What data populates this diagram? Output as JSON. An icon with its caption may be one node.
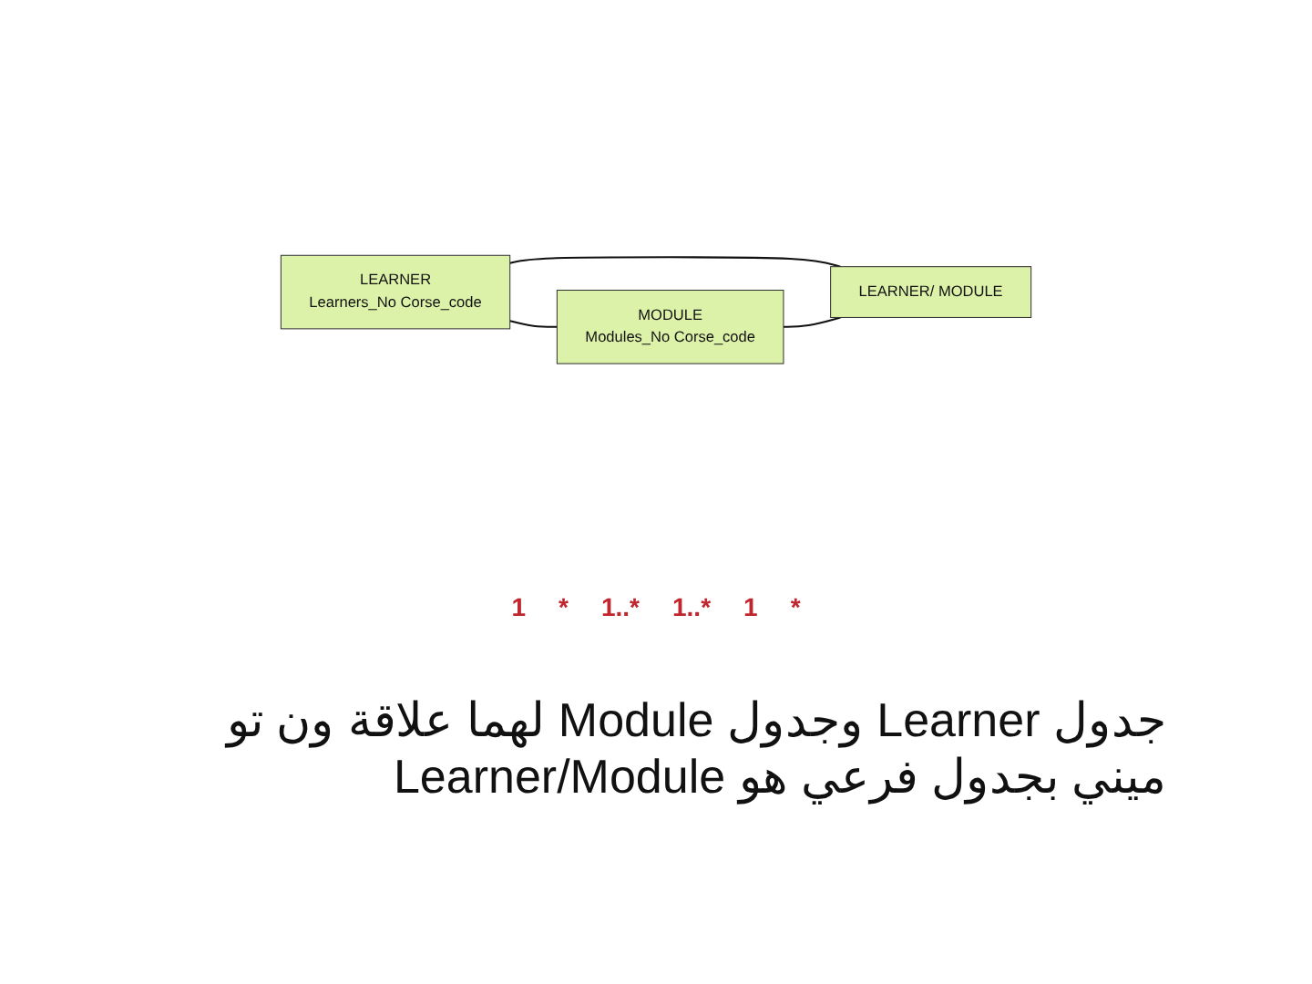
{
  "diagram": {
    "caption": "جدول Learner وجدول Module لهما علاقة ون تو ميني بجدول فرعي هو Learner/Module",
    "nodes": [
      {
        "text": [
          "LEARNER",
          "Learners_No Corse_code"
        ]
      },
      {
        "text": [
          "LEARNER/ MODULE"
        ]
      },
      {
        "text": [
          "MODULE",
          "Modules_No Corse_code"
        ]
      }
    ],
    "edges": [
      {
        "from": 0,
        "to": 1,
        "arrow": "none"
      },
      {
        "from": 0,
        "to": 2,
        "arrow": "none"
      },
      {
        "from": 2,
        "to": 1,
        "arrow": "none"
      }
    ],
    "labels": [
      "1",
      "*",
      "1..*",
      "1..*",
      "1",
      "*"
    ]
  }
}
